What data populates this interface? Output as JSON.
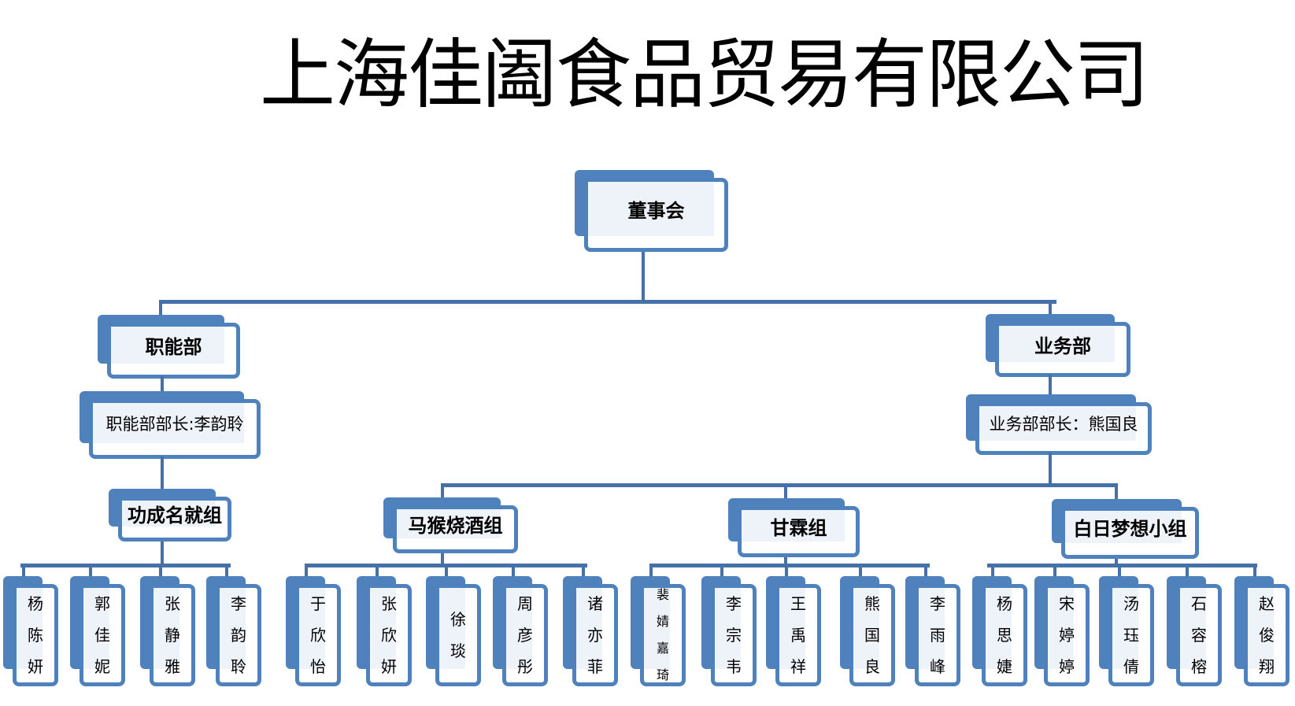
{
  "title": "上海佳阖食品贸易有限公司",
  "colors": {
    "box": "#4f81bd",
    "line": "#4670a8",
    "fill": "#eef2f9"
  },
  "root": {
    "label": "董事会"
  },
  "departments": [
    {
      "label": "职能部",
      "head": "职能部部长:李韵聆",
      "groups": [
        {
          "label": "功成名就组",
          "members": [
            "杨陈妍",
            "郭佳妮",
            "张静雅",
            "李韵聆"
          ]
        }
      ]
    },
    {
      "label": "业务部",
      "head": "业务部部长：熊国良",
      "groups": [
        {
          "label": "马猴烧酒组",
          "members": [
            "于欣怡",
            "张欣妍",
            "徐琰",
            "周彦彤",
            "诸亦菲"
          ]
        },
        {
          "label": "甘霖组",
          "members": [
            "裴婧嘉琦",
            "李宗韦",
            "王禹祥",
            "熊国良",
            "李雨峰"
          ]
        },
        {
          "label": "白日梦想小组",
          "members": [
            "杨思婕",
            "宋婷婷",
            "汤珏倩",
            "石容榕",
            "赵俊翔"
          ]
        }
      ]
    }
  ]
}
